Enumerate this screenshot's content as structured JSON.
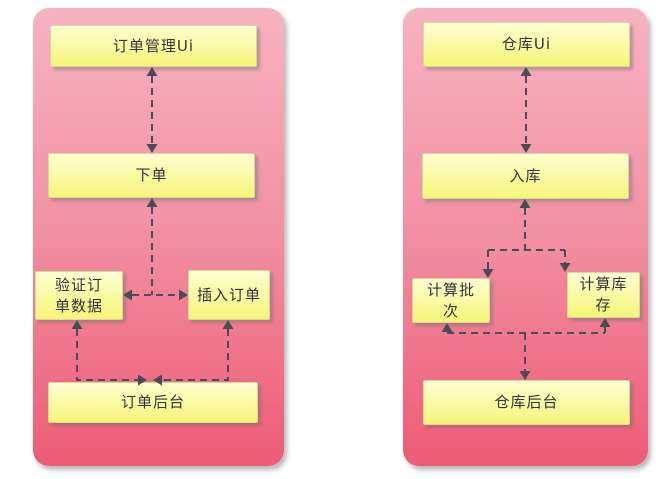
{
  "colors": {
    "background": "#ffffff",
    "panel_top": "#f7b3c1",
    "panel_mid": "#f18fa2",
    "panel_bottom": "#ee5b75",
    "node_top": "#ffffd2",
    "node_bottom": "#f5f578",
    "node_border": "#d8d89a",
    "edge": "#4b4b53",
    "text": "#33333b"
  },
  "edge_style": "dashed",
  "panels": [
    {
      "name": "orders",
      "nodes": {
        "ui": "订单管理Ui",
        "action": "下单",
        "sub_left": "验证订单数据",
        "sub_right": "插入订单",
        "backend": "订单后台"
      },
      "edges": [
        {
          "nodes": [
            "订单管理Ui",
            "下单"
          ],
          "arrowheads": "both_ends",
          "shape": "straight"
        },
        {
          "nodes": [
            "下单",
            "验证订单数据",
            "插入订单"
          ],
          "arrowheads": "all_ends",
          "shape": "T-junction"
        },
        {
          "nodes": [
            "验证订单数据",
            "订单后台"
          ],
          "arrowheads": "both_ends",
          "shape": "elbow"
        },
        {
          "nodes": [
            "插入订单",
            "订单后台"
          ],
          "arrowheads": "both_ends",
          "shape": "elbow"
        }
      ]
    },
    {
      "name": "warehouse",
      "nodes": {
        "ui": "仓库Ui",
        "action": "入库",
        "sub_left": "计算批次",
        "sub_right": "计算库存",
        "backend": "仓库后台"
      },
      "edges": [
        {
          "nodes": [
            "仓库Ui",
            "入库"
          ],
          "arrowheads": "both_ends",
          "shape": "straight"
        },
        {
          "nodes": [
            "入库",
            "计算批次",
            "计算库存"
          ],
          "arrowheads": "all_ends",
          "shape": "branch"
        },
        {
          "nodes": [
            "计算批次",
            "计算库存",
            "仓库后台"
          ],
          "arrowheads": "all_ends",
          "shape": "branch"
        }
      ]
    }
  ]
}
